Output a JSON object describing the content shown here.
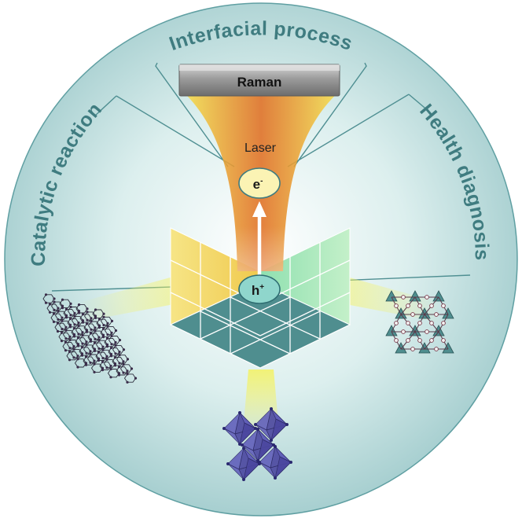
{
  "labels": {
    "top_arc": "Interfacial process",
    "left_arc": "Catalytic reaction",
    "right_arc": "Health diagnosis",
    "instrument": "Raman",
    "beam": "Laser",
    "electron": "e",
    "electron_sup": "-",
    "hole": "h",
    "hole_sup": "+"
  },
  "icons": {
    "instrument": "raman-spectrometer-icon",
    "left_molecule": "graphene-sheet-icon",
    "right_molecule": "framework-crystal-icon",
    "bottom_molecule": "perovskite-octahedra-icon"
  },
  "colors": {
    "circle": "#bcdcdd",
    "label_teal": "#3f7c80",
    "laser_core": "#e27a2a",
    "laser_edge": "#f4dc4a",
    "cube_left": "#f2df74",
    "cube_right": "#a9e6b4",
    "cube_top": "#4f8e8f"
  }
}
